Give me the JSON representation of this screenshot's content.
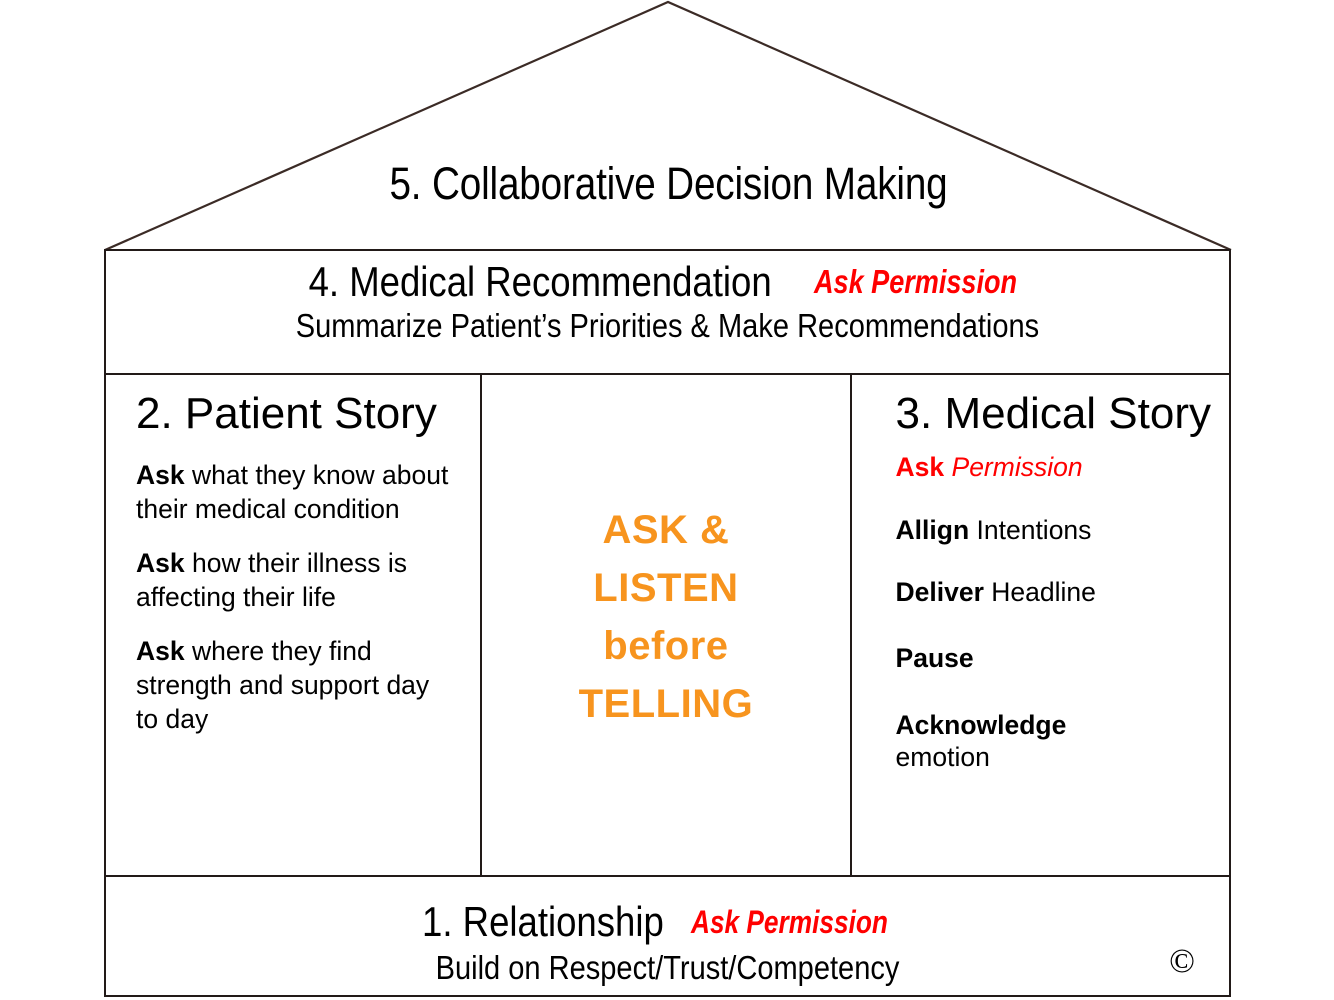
{
  "colors": {
    "outline": "#221a18",
    "accent_orange": "#f7941e",
    "accent_red": "#ff0000",
    "text": "#000000",
    "background": "#ffffff"
  },
  "roof": {
    "label": "5. Collaborative Decision Making"
  },
  "attic": {
    "title": "4. Medical Recommendation",
    "tag": "Ask Permission",
    "subtitle": "Summarize Patient’s Priorities & Make Recommendations"
  },
  "columns": {
    "left": {
      "title": "2. Patient Story",
      "bullets": [
        {
          "lead": "Ask",
          "rest": " what they know about their medical condition"
        },
        {
          "lead": "Ask",
          "rest": " how their illness is affecting their life"
        },
        {
          "lead": "Ask",
          "rest": " where they find strength and support day to day"
        }
      ]
    },
    "center": {
      "lines": [
        "ASK &",
        "LISTEN",
        "before",
        "TELLING"
      ]
    },
    "right": {
      "title": "3. Medical Story",
      "items": [
        {
          "lead": "Ask",
          "rest": " Permission",
          "style": "red-italic"
        },
        {
          "lead": "Allign",
          "rest": " Intentions",
          "style": "normal"
        },
        {
          "lead": "Deliver",
          "rest": " Headline",
          "style": "normal"
        },
        {
          "lead": "Pause",
          "rest": "",
          "style": "normal"
        },
        {
          "lead": "Acknowledge",
          "rest": " emotion",
          "style": "wrap"
        }
      ]
    }
  },
  "foundation": {
    "title": "1. Relationship",
    "tag": "Ask Permission",
    "subtitle": "Build on Respect/Trust/Competency",
    "copyright": "©"
  }
}
